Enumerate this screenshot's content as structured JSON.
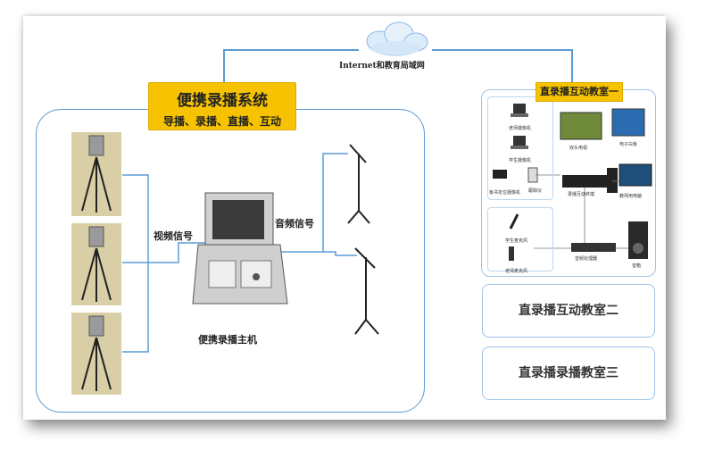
{
  "network": {
    "label": "Internet和教育局域网"
  },
  "portable_system": {
    "title": "便携录播系统",
    "subtitle": "导播、录播、直播、互动",
    "video_signal_label": "视频信号",
    "audio_signal_label": "音频信号",
    "host_label": "便携录播主机"
  },
  "classroom_one": {
    "title": "直录播互动教室一",
    "devices": {
      "teacher_camera": "老师摄像机",
      "student_camera": "学生摄像机",
      "board_camera": "板书定位摄像机",
      "locator": "跟踪仪",
      "dual_tv": "双头电视",
      "e_whiteboard": "电子白板",
      "recording_terminal": "录播互动终端",
      "teacher_pc": "教师用电脑",
      "student_mic": "学生麦克风",
      "teacher_mic": "老师麦克风",
      "audio_processor": "音频处理器",
      "speaker": "音箱"
    }
  },
  "classroom_two": {
    "title": "直录播互动教室二"
  },
  "classroom_three": {
    "title": "直录播录播教室三"
  },
  "colors": {
    "accent_yellow": "#f7c300",
    "line_blue": "#5b9bd5",
    "frame_blue": "#9dc3e6"
  }
}
